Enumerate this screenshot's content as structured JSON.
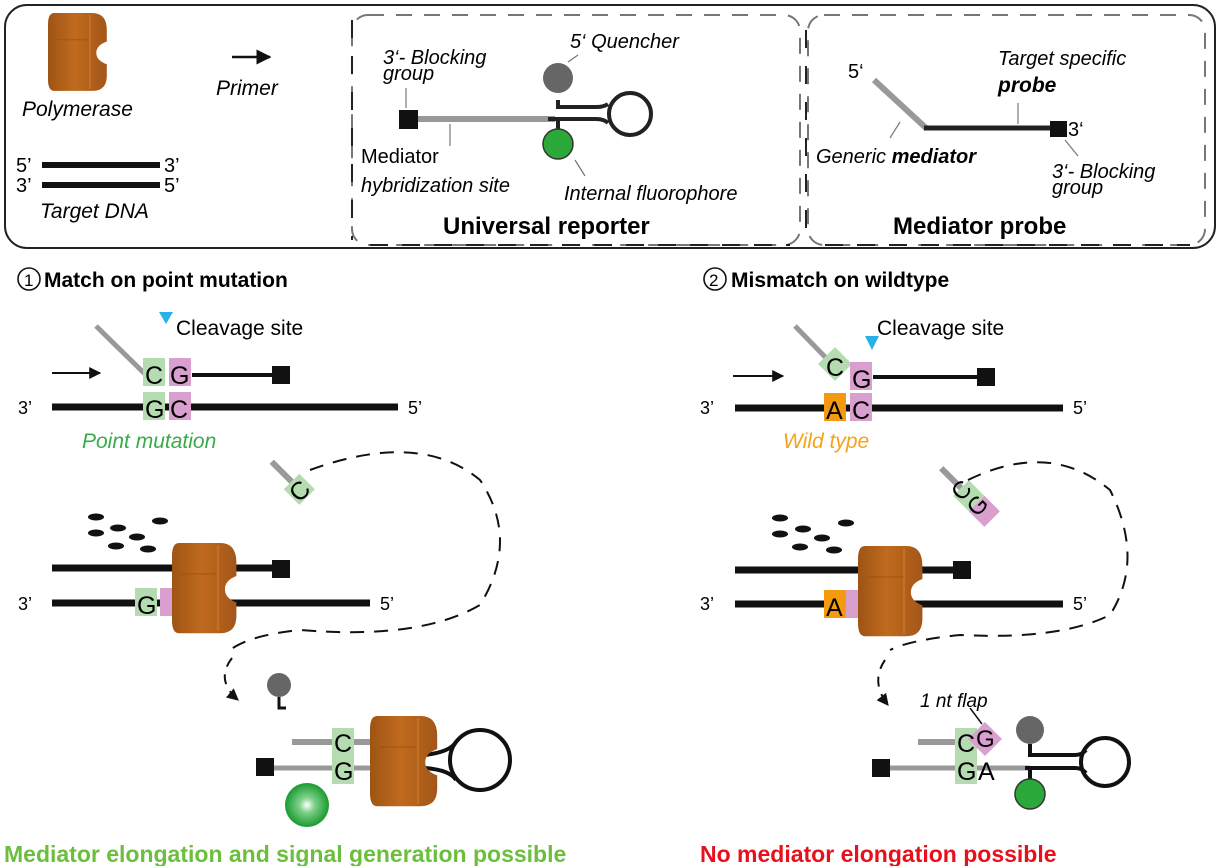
{
  "legend": {
    "polymerase_label": "Polymerase",
    "primer_label": "Primer",
    "target_dna": {
      "label": "Target DNA",
      "top_left": "5’",
      "top_right": "3’",
      "bottom_left": "3’",
      "bottom_right": "5’"
    },
    "universal_reporter": {
      "title": "Universal reporter",
      "blocking_line1": "3‘- Blocking",
      "blocking_line2": "group",
      "quencher": "5‘ Quencher",
      "mediator_site_line1": "Mediator",
      "mediator_site_line2": "hybridization site",
      "fluorophore": "Internal fluorophore"
    },
    "mediator_probe": {
      "title": "Mediator probe",
      "five_prime": "5‘",
      "three_prime": "3‘",
      "target_line1": "Target specific",
      "target_line2": "probe",
      "generic_prefix": "Generic ",
      "generic_bold": "mediator",
      "blocking_line1": "3‘- Blocking",
      "blocking_line2": "group"
    }
  },
  "panels": [
    {
      "number": "1",
      "title": "Match on point mutation",
      "cleavage_label": "Cleavage site",
      "strand_left": "3’",
      "strand_right": "5’",
      "probe_bases": [
        "C",
        "G"
      ],
      "target_bases": [
        "G",
        "C"
      ],
      "variant_label": "Point mutation",
      "variant_color": "#3aaa4a",
      "cleaved_bases": [
        "C"
      ],
      "bottom_bases": [
        "C",
        "G"
      ],
      "conclusion": "Mediator elongation and signal generation possible",
      "conclusion_color": "#6cbf3c"
    },
    {
      "number": "2",
      "title": "Mismatch on wildtype",
      "cleavage_label": "Cleavage site",
      "strand_left": "3’",
      "strand_right": "5’",
      "probe_bases": [
        "C",
        "G"
      ],
      "target_bases": [
        "A",
        "C"
      ],
      "variant_label": "Wild type",
      "variant_color": "#f5a31a",
      "cleaved_bases": [
        "C",
        "G"
      ],
      "bottom_bases": [
        "C",
        "G",
        "G",
        "A"
      ],
      "flap_label": "1 nt flap",
      "conclusion": "No mediator elongation possible",
      "conclusion_color": "#e8101c"
    }
  ],
  "colors": {
    "polymerase": "#b5621a",
    "base_green": "#b5dcb0",
    "base_pink": "#d9a0cf",
    "base_orange": "#f59a10",
    "cleavage_marker": "#29b0e8",
    "quencher": "#666666",
    "fluorophore": "#2aa83a",
    "mediator": "#999999"
  }
}
